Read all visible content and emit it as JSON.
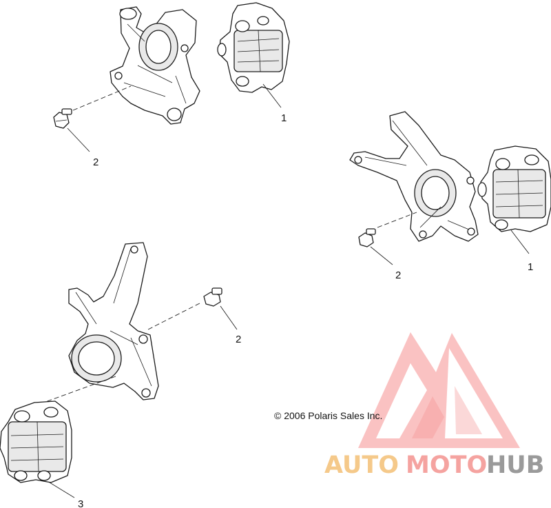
{
  "callouts": {
    "c1_top": "1",
    "c2_top": "2",
    "c1_right": "1",
    "c2_right": "2",
    "c2_mid": "2",
    "c3_bottom": "3"
  },
  "copyright": "© 2006 Polaris Sales Inc.",
  "watermark": {
    "text_a": "AUTO",
    "text_b": "MOTO",
    "text_c": "HUB",
    "colors": {
      "auto": "#f5c98a",
      "moto": "#f5a3a0",
      "hub": "#9a9a9a",
      "logo": "#f26b6b"
    }
  }
}
